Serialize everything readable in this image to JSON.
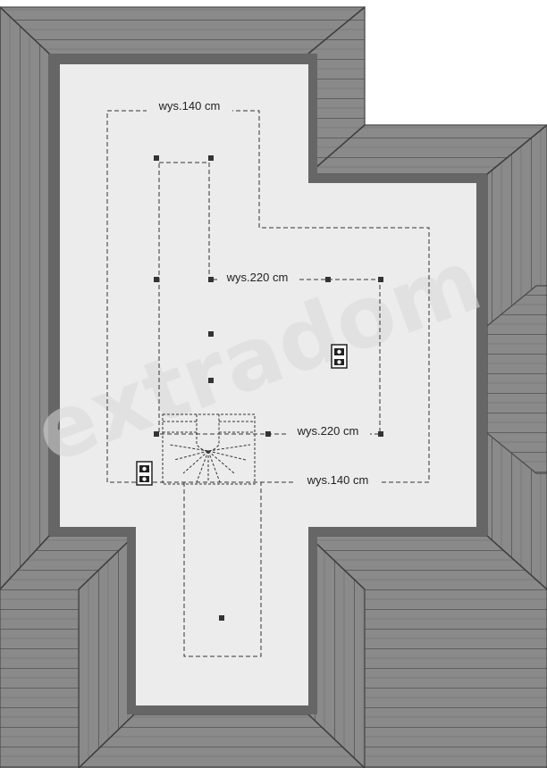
{
  "labels": {
    "height_140_top": "wys.140 cm",
    "height_220_upper": "wys.220 cm",
    "height_220_lower": "wys.220 cm",
    "height_140_bottom": "wys.140 cm"
  },
  "watermark": "extradom",
  "colors": {
    "roof": "#8a8a8a",
    "roof_line": "#5f5f5f",
    "ridge": "#4a4a4a",
    "wall": "#666666",
    "floor": "#ececec",
    "dash": "#333333",
    "post": "#333333"
  },
  "icons": [
    "chimney-icon",
    "chimney-icon",
    "stair-icon"
  ]
}
